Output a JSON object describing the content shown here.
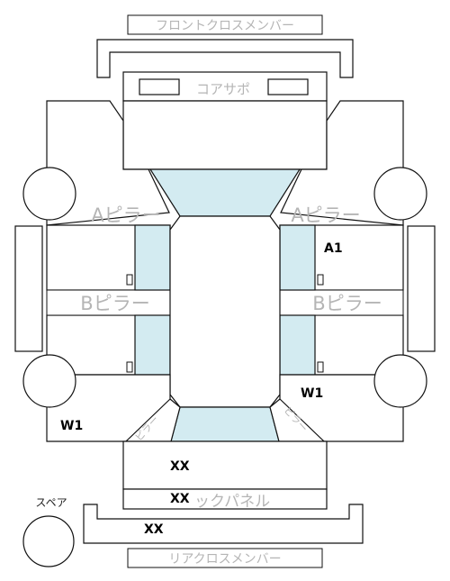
{
  "labels": {
    "front_cross_member": "フロントクロスメンバー",
    "core_support": "コアサポ",
    "a_pillar_left": "Aピラー",
    "a_pillar_right": "Aピラー",
    "b_pillar_left": "Bピラー",
    "b_pillar_right": "Bピラー",
    "pillar_left_rear": "ピラー",
    "pillar_right_rear": "ピラー",
    "back_panel_suffix": "ックパネル",
    "rear_cross_member": "リアクロスメンバー",
    "spare": "スペア"
  },
  "marks": {
    "a1": "A1",
    "w1_right": "W1",
    "w1_left": "W1",
    "xx_trunk": "XX",
    "xx_back_panel": "XX",
    "xx_rear_member": "XX"
  },
  "colors": {
    "glass": "#d3ebf1",
    "outline": "#111111",
    "label_gray": "#b5b5b5"
  }
}
